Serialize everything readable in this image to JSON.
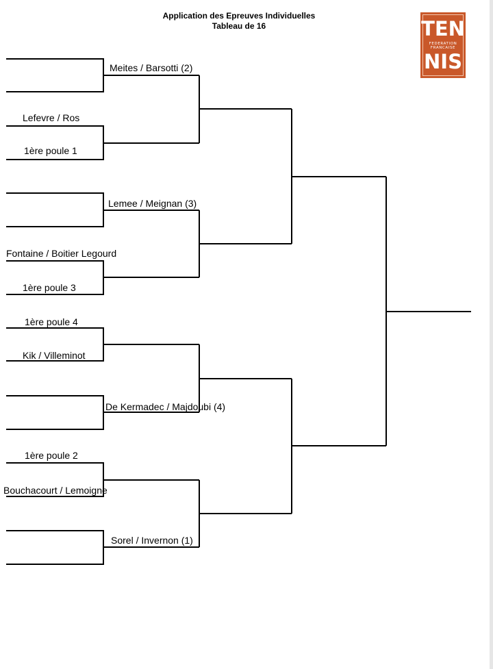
{
  "header": {
    "title": "Application des Epreuves Individuelles",
    "subtitle": "Tableau de 16"
  },
  "logo": {
    "top": "TEN",
    "bottom": "NIS",
    "line1": "FEDERATION",
    "line2": "FRANCAISE",
    "color": "#c9582a"
  },
  "bracket": {
    "round1": [
      {
        "top": "",
        "bottom": ""
      },
      {
        "top": "Lefevre / Ros",
        "bottom": "1ère poule 1"
      },
      {
        "top": "",
        "bottom": ""
      },
      {
        "top": "Fontaine / Boitier Legourd",
        "bottom": "1ère poule 3"
      },
      {
        "top": "1ère poule 4",
        "bottom": "Kik / Villeminot"
      },
      {
        "top": "",
        "bottom": ""
      },
      {
        "top": "1ère poule 2",
        "bottom": "Bouchacourt / Lemoigne"
      },
      {
        "top": "",
        "bottom": ""
      }
    ],
    "round2": [
      "Meites / Barsotti (2)",
      "",
      "Lemee / Meignan (3)",
      "",
      "",
      "De Kermadec / Majdoubi (4)",
      "",
      "Sorel / Invernon (1)"
    ]
  }
}
